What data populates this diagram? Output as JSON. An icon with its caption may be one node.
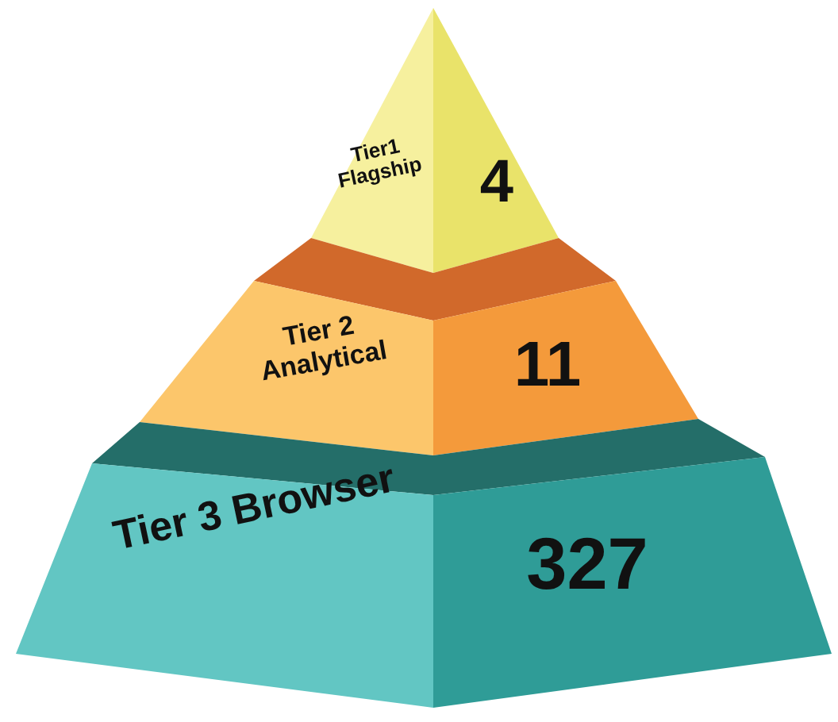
{
  "diagram": {
    "nodes": [
      {
        "text": [
          "Tier1 Flagship",
          "4"
        ]
      },
      {
        "text": [
          "Tier 2 Analytical",
          "11"
        ]
      },
      {
        "text": [
          "Tier 3 Browser",
          "327"
        ]
      }
    ]
  }
}
